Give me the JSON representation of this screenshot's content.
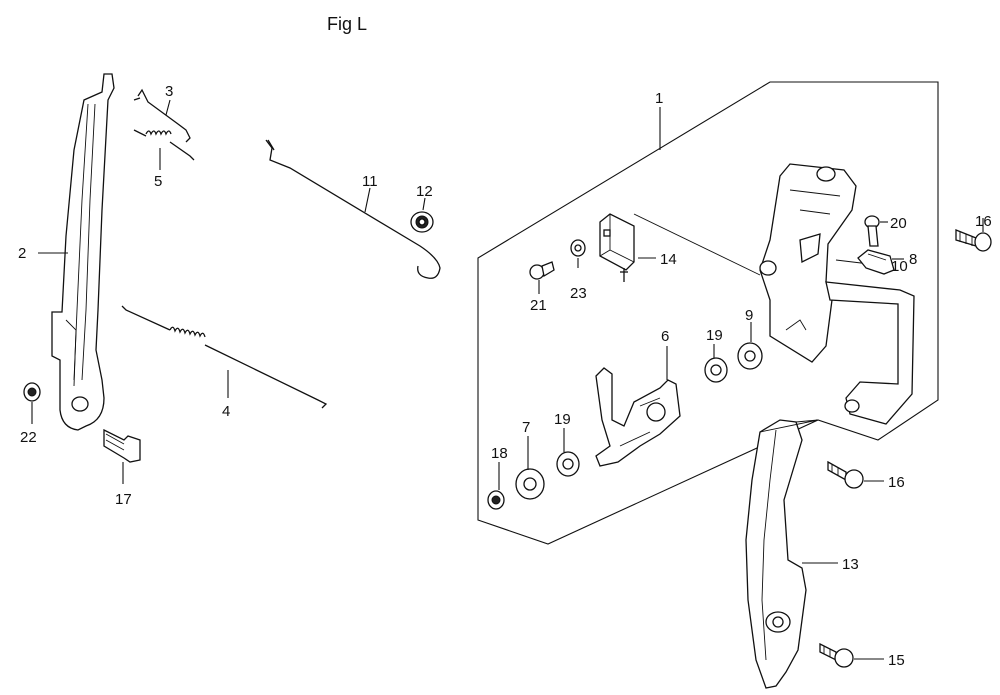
{
  "title": "Fig L",
  "labels": {
    "p1": "1",
    "p2": "2",
    "p3": "3",
    "p4": "4",
    "p5": "5",
    "p6": "6",
    "p7": "7",
    "p8": "8",
    "p9": "9",
    "p10": "10",
    "p11": "11",
    "p12": "12",
    "p13": "13",
    "p14": "14",
    "p15": "15",
    "p16a": "16",
    "p16b": "16",
    "p17": "17",
    "p18": "18",
    "p19a": "19",
    "p19b": "19",
    "p20": "20",
    "p21": "21",
    "p22": "22",
    "p23": "23"
  }
}
